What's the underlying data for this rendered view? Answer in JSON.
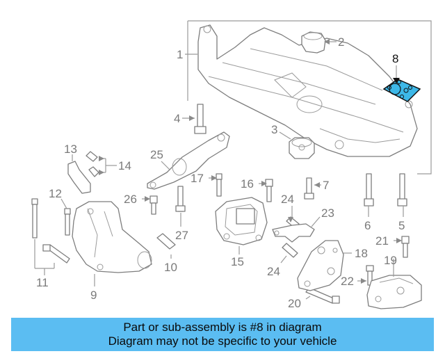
{
  "diagram": {
    "callouts": {
      "c1": "1",
      "c2": "2",
      "c3": "3",
      "c4": "4",
      "c5": "5",
      "c6": "6",
      "c7": "7",
      "c8": "8",
      "c9": "9",
      "c10": "10",
      "c11": "11",
      "c12": "12",
      "c13": "13",
      "c14": "14",
      "c15": "15",
      "c16": "16",
      "c17": "17",
      "c18": "18",
      "c19": "19",
      "c20": "20",
      "c21": "21",
      "c22": "22",
      "c23": "23",
      "c24a": "24",
      "c24b": "24",
      "c25": "25",
      "c26": "26",
      "c27": "27"
    },
    "highlight_part": "8",
    "colors": {
      "highlight_fill": "#3db8e8",
      "line": "#8a8a8a",
      "banner": "#5bbdf2"
    }
  },
  "banner": {
    "line1": "Part or sub-assembly is #8 in diagram",
    "line2": "Diagram may not be specific to your vehicle"
  }
}
